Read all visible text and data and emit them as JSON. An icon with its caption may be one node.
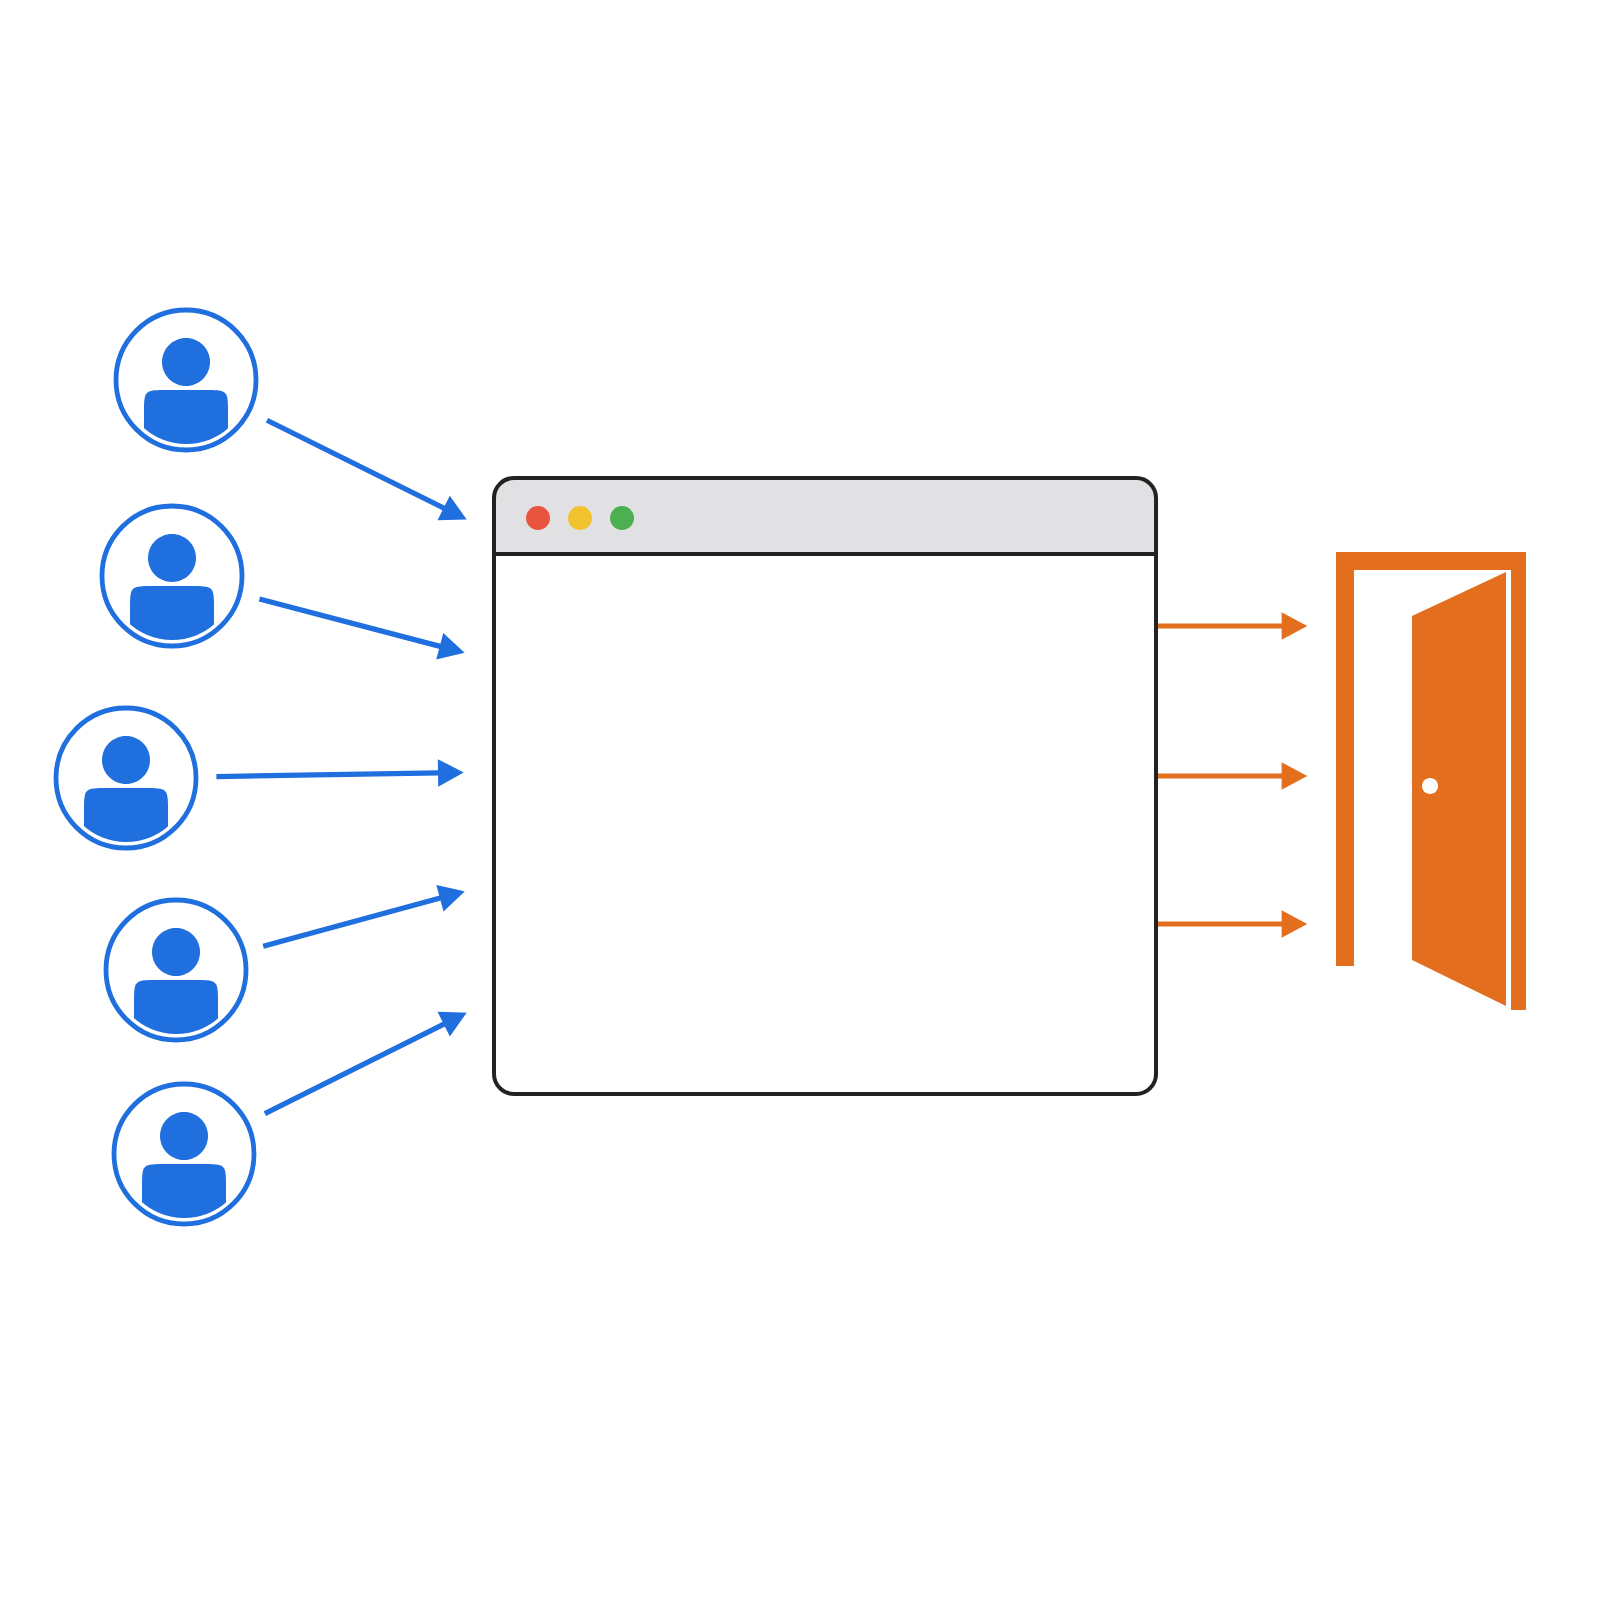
{
  "diagram": {
    "nodes": [
      {
        "text": [],
        "shape": "person"
      },
      {
        "text": [],
        "shape": "person"
      },
      {
        "text": [],
        "shape": "person"
      },
      {
        "text": [],
        "shape": "person"
      },
      {
        "text": [],
        "shape": "person"
      },
      {
        "text": [],
        "shape": "box"
      },
      {
        "text": [],
        "shape": "picture"
      }
    ],
    "edges": [
      {
        "from": 0,
        "to": 5,
        "arrow": "to"
      },
      {
        "from": 1,
        "to": 5,
        "arrow": "to"
      },
      {
        "from": 2,
        "to": 5,
        "arrow": "to"
      },
      {
        "from": 3,
        "to": 5,
        "arrow": "to"
      },
      {
        "from": 4,
        "to": 5,
        "arrow": "to"
      },
      {
        "from": 5,
        "to": 6,
        "arrow": "to",
        "color": "#e36f1e"
      },
      {
        "from": 5,
        "to": 6,
        "arrow": "to",
        "color": "#e36f1e"
      },
      {
        "from": 5,
        "to": 6,
        "arrow": "to",
        "color": "#e36f1e"
      }
    ]
  }
}
